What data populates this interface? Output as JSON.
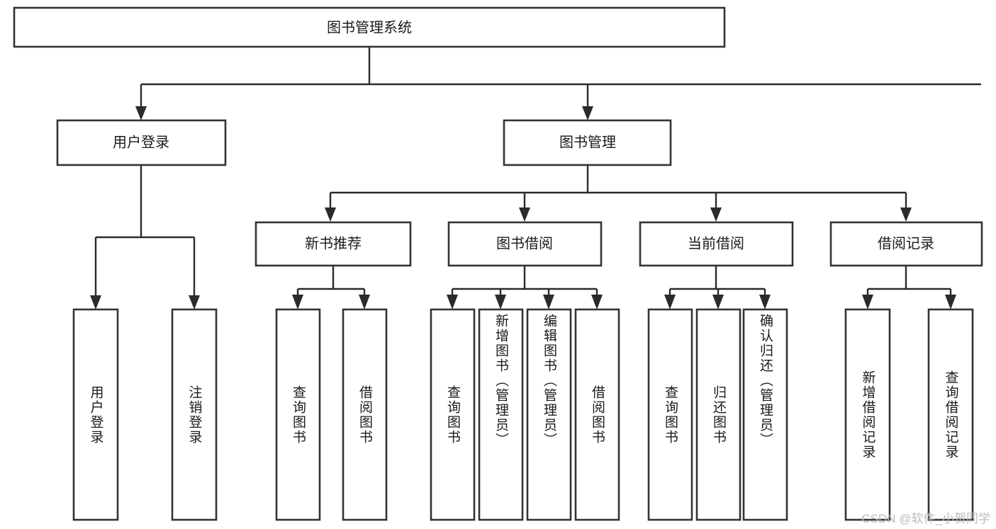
{
  "diagram": {
    "title": "图书管理系统",
    "type": "tree",
    "watermark": "CSDN @软件_小贺同学",
    "colors": {
      "box_fill": "#ffffff",
      "box_stroke": "#333333",
      "connector": "#2b2b2b",
      "text": "#1a1a1a",
      "watermark": "#b9bcc0"
    },
    "nodes": {
      "root": "图书管理系统",
      "level2": [
        {
          "id": "user-login",
          "label": "用户登录"
        },
        {
          "id": "book-manage",
          "label": "图书管理"
        }
      ],
      "level3": [
        {
          "id": "new-book-rec",
          "label": "新书推荐"
        },
        {
          "id": "book-borrow",
          "label": "图书借阅"
        },
        {
          "id": "current-borrow",
          "label": "当前借阅"
        },
        {
          "id": "borrow-record",
          "label": "借阅记录"
        }
      ],
      "leaves": {
        "user_login": [
          {
            "id": "leaf-user-login",
            "label": "用户登录"
          },
          {
            "id": "leaf-logout",
            "label": "注销登录"
          }
        ],
        "new_book_rec": [
          {
            "id": "leaf-query-book-1",
            "label": "查询图书"
          },
          {
            "id": "leaf-borrow-book-1",
            "label": "借阅图书"
          }
        ],
        "book_borrow": [
          {
            "id": "leaf-query-book-2",
            "label": "查询图书"
          },
          {
            "id": "leaf-add-book",
            "label": "新增图书（管理员）"
          },
          {
            "id": "leaf-edit-book",
            "label": "编辑图书（管理员）"
          },
          {
            "id": "leaf-borrow-book-2",
            "label": "借阅图书"
          }
        ],
        "current_borrow": [
          {
            "id": "leaf-query-book-3",
            "label": "查询图书"
          },
          {
            "id": "leaf-return-book",
            "label": "归还图书"
          },
          {
            "id": "leaf-confirm-return",
            "label": "确认归还（管理员）"
          }
        ],
        "borrow_record": [
          {
            "id": "leaf-add-record",
            "label": "新增借阅记录"
          },
          {
            "id": "leaf-query-record",
            "label": "查询借阅记录"
          }
        ]
      }
    }
  }
}
